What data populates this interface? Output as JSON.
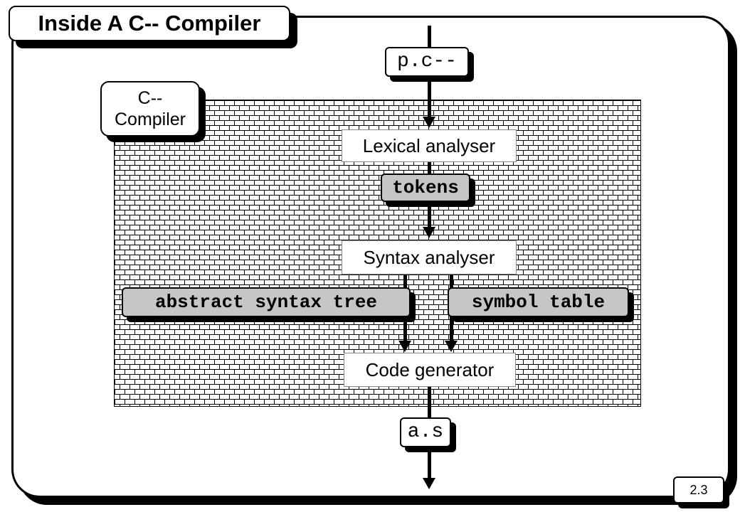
{
  "title": "Inside A C-- Compiler",
  "compiler_label": "C-- Compiler",
  "input_file": "p.c--",
  "output_file": "a.s",
  "phases": {
    "lexical": "Lexical analyser",
    "syntax": "Syntax analyser",
    "codegen": "Code generator"
  },
  "data": {
    "tokens": "tokens",
    "ast": "abstract syntax tree",
    "symtab": "symbol table"
  },
  "page_number": "2.3",
  "colors": {
    "chip_fill": "#c6c6c6",
    "ink": "#000000",
    "background": "#ffffff"
  }
}
